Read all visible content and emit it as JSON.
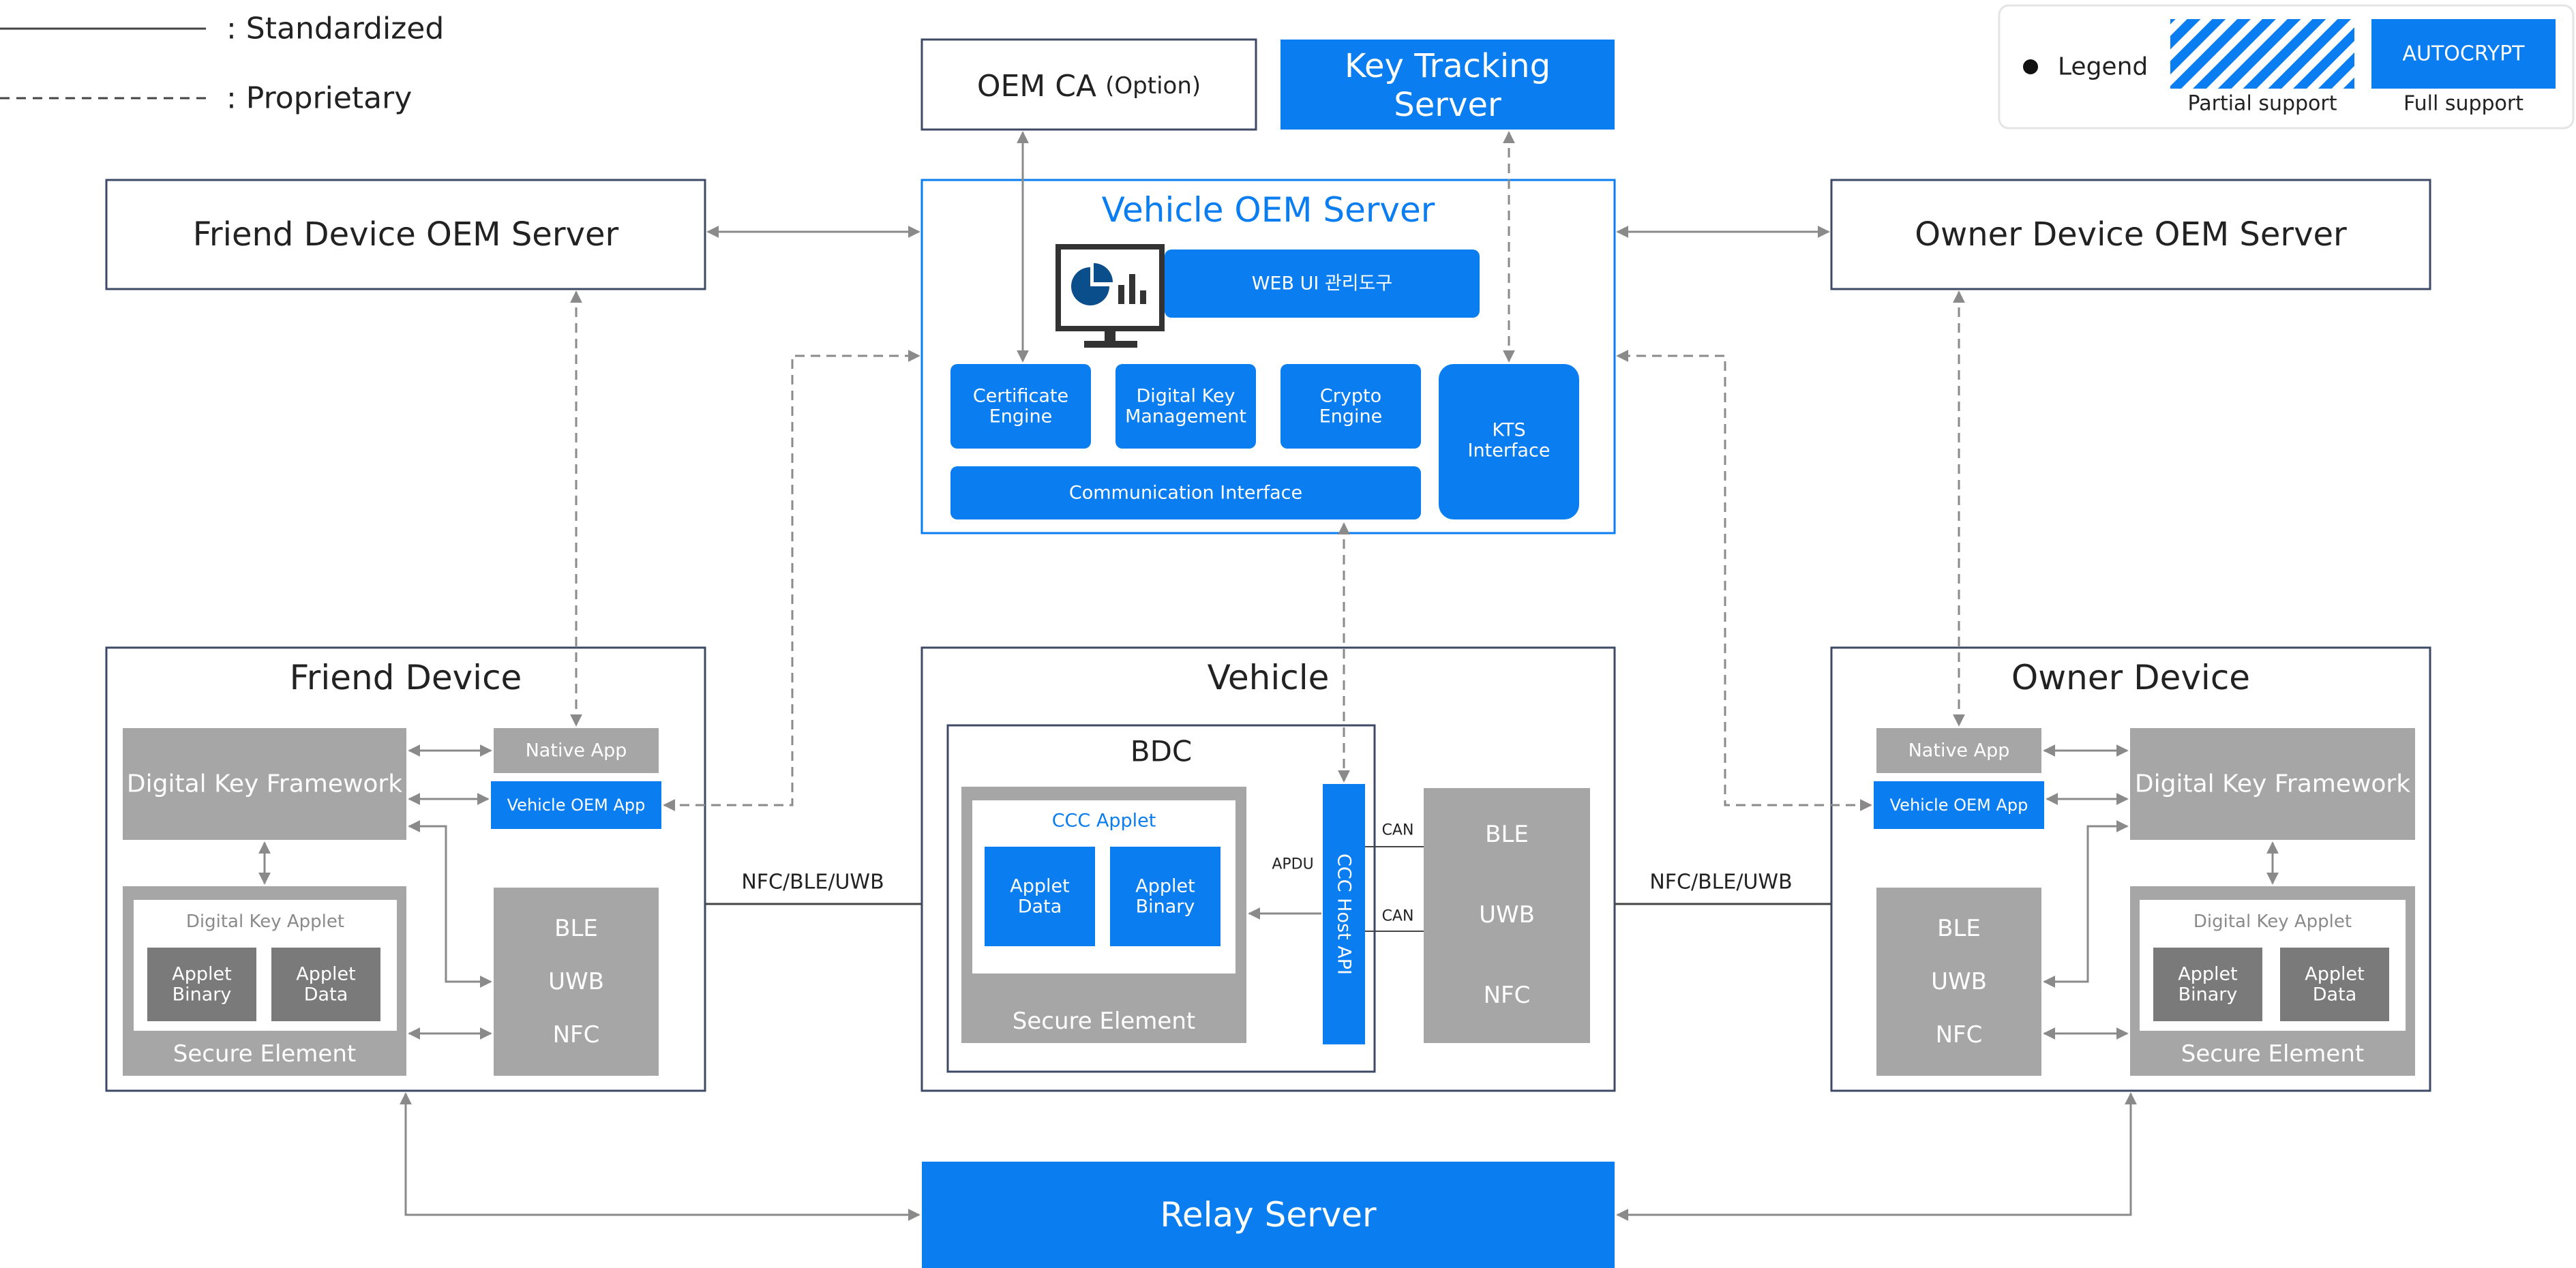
{
  "legend_lines": {
    "standardized": ": Standardized",
    "proprietary": ": Proprietary"
  },
  "legend_box": {
    "title": "Legend",
    "autocrypt": "AUTOCRYPT",
    "partial": "Partial support",
    "full": "Full support"
  },
  "oem_ca": {
    "name": "OEM CA",
    "option": "(Option)"
  },
  "key_tracking_server": {
    "line1": "Key Tracking",
    "line2": "Server"
  },
  "vehicle_oem_server": {
    "title": "Vehicle OEM Server",
    "web_ui": "WEB UI 관리도구",
    "certificate_engine": {
      "line1": "Certificate",
      "line2": "Engine"
    },
    "digital_key_management": {
      "line1": "Digital Key",
      "line2": "Management"
    },
    "crypto_engine": {
      "line1": "Crypto",
      "line2": "Engine"
    },
    "kts_interface": {
      "line1": "KTS",
      "line2": "Interface"
    },
    "communication_interface": "Communication Interface"
  },
  "friend_device_oem_server": "Friend Device OEM Server",
  "owner_device_oem_server": "Owner Device OEM Server",
  "friend_device": {
    "title": "Friend Device",
    "framework": "Digital Key Framework",
    "native_app": "Native App",
    "vehicle_oem_app": "Vehicle OEM App",
    "applet": "Digital Key Applet",
    "applet_binary": {
      "line1": "Applet",
      "line2": "Binary"
    },
    "applet_data": {
      "line1": "Applet",
      "line2": "Data"
    },
    "secure_element": "Secure Element",
    "radios": [
      "BLE",
      "UWB",
      "NFC"
    ]
  },
  "owner_device": {
    "title": "Owner Device",
    "framework": "Digital Key Framework",
    "native_app": "Native App",
    "vehicle_oem_app": "Vehicle OEM App",
    "applet": "Digital Key Applet",
    "applet_binary": {
      "line1": "Applet",
      "line2": "Binary"
    },
    "applet_data": {
      "line1": "Applet",
      "line2": "Data"
    },
    "secure_element": "Secure Element",
    "radios": [
      "BLE",
      "UWB",
      "NFC"
    ]
  },
  "vehicle": {
    "title": "Vehicle",
    "bdc": "BDC",
    "ccc_applet": "CCC Applet",
    "applet_data": {
      "line1": "Applet",
      "line2": "Data"
    },
    "applet_binary": {
      "line1": "Applet",
      "line2": "Binary"
    },
    "secure_element": "Secure Element",
    "apdu": "APDU",
    "host_api": "CCC Host API",
    "can_top": "CAN",
    "can_bottom": "CAN",
    "radios": [
      "BLE",
      "UWB",
      "NFC"
    ]
  },
  "link_left": "NFC/BLE/UWB",
  "link_right": "NFC/BLE/UWB",
  "relay_server": "Relay Server",
  "colors": {
    "blue": "#0a7df0",
    "gray": "#a6a6a6",
    "dark_gray": "#7a7a7a",
    "border": "#3c4a66",
    "arrow": "#8a8a8a",
    "text": "#222222"
  }
}
